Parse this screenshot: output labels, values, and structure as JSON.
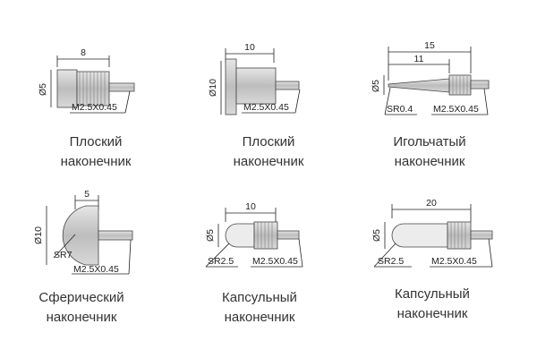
{
  "tips": [
    {
      "caption": [
        "Плоский",
        "наконечник"
      ],
      "dims": {
        "length": "8",
        "diameter": "Ø5",
        "thread": "M2.5X0.45"
      }
    },
    {
      "caption": [
        "Плоский",
        "наконечник"
      ],
      "dims": {
        "length": "10",
        "diameter": "Ø10",
        "thread": "M2.5X0.45"
      }
    },
    {
      "caption": [
        "Игольчатый",
        "наконечник"
      ],
      "dims": {
        "length_total": "15",
        "length_needle": "11",
        "diameter": "Ø5",
        "radius": "SR0.4",
        "thread": "M2.5X0.45"
      }
    },
    {
      "caption": [
        "Сферический",
        "наконечник"
      ],
      "dims": {
        "length": "5",
        "diameter": "Ø10",
        "radius": "SR7",
        "thread": "M2.5X0.45"
      }
    },
    {
      "caption": [
        "Капсульный",
        "наконечник"
      ],
      "dims": {
        "length": "10",
        "diameter": "Ø5",
        "radius": "SR2.5",
        "thread": "M2.5X0.45"
      }
    },
    {
      "caption": [
        "Капсульный",
        "наконечник"
      ],
      "dims": {
        "length": "20",
        "diameter": "Ø5",
        "radius": "SR2.5",
        "thread": "M2.5X0.45"
      }
    }
  ]
}
